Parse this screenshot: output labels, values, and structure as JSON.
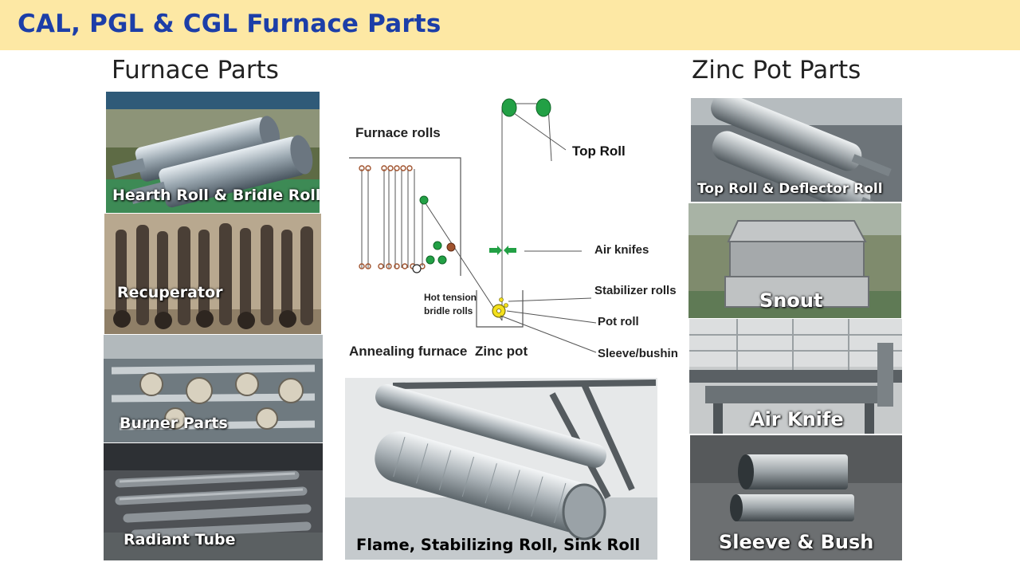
{
  "slide": {
    "title": "CAL, PGL & CGL Furnace Parts",
    "furnace_heading": "Furnace Parts",
    "zinc_heading": "Zinc Pot Parts"
  },
  "furnace_parts": [
    "Hearth Roll & Bridle Roll",
    "Recuperator",
    "Burner Parts",
    "Radiant Tube"
  ],
  "zinc_parts": [
    "Top Roll & Deflector Roll",
    "Snout",
    "Air Knife",
    "Sleeve & Bush"
  ],
  "diagram": {
    "furnace_rolls": "Furnace rolls",
    "top_roll": "Top Roll",
    "air_knifes": "Air knifes",
    "stabilizer_rolls": "Stabilizer rolls",
    "pot_roll": "Pot roll",
    "sleeve_bushing": "Sleeve/bushing",
    "hot_tension_1": "Hot tension",
    "hot_tension_2": "bridle rolls",
    "annealing_furnace": "Annealing furnace",
    "zinc_pot": "Zinc pot"
  },
  "bottom_caption": "Flame, Stabilizing Roll, Sink Roll"
}
